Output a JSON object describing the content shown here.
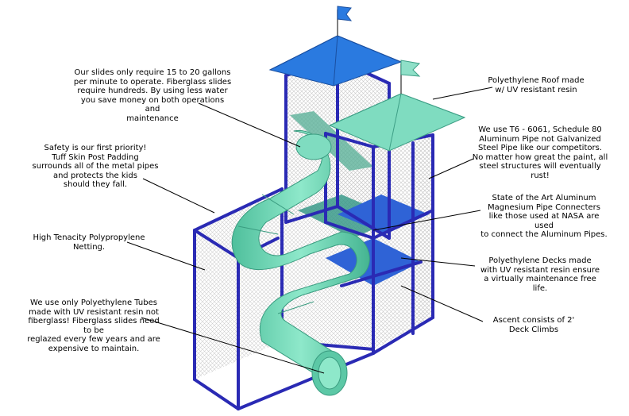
{
  "colors": {
    "frame": "#2a2ab4",
    "roof_blue": "#2a7ae0",
    "roof_green": "#7fdcc0",
    "slide": "#6fd6b4",
    "deck": "#2f63d6",
    "netting": "#dcdcdc"
  },
  "callouts": {
    "slide_water": [
      "Our slides only require 15 to 20 gallons",
      "per minute to operate. Fiberglass slides",
      "require hundreds. By using less water",
      "you save money on both operations and",
      "maintenance"
    ],
    "safety": [
      "Safety is our first priority!",
      "Tuff Skin Post Padding",
      "surrounds all of the metal pipes",
      "and protects the kids",
      "should they fall."
    ],
    "netting": [
      "High Tenacity Polypropylene",
      "Netting."
    ],
    "tubes": [
      "We use only Polyethylene Tubes",
      "made with UV resistant resin not",
      "fiberglass! Fiberglass slides need to be",
      "reglazed every few years and are",
      "expensive to maintain."
    ],
    "roof": [
      "Polyethylene Roof made",
      "w/ UV resistant resin"
    ],
    "pipe": [
      "We use T6 - 6061, Schedule 80",
      "Aluminum Pipe not Galvanized",
      "Steel Pipe like our competitors.",
      "No matter how great the paint, all",
      "steel structures will eventually rust!"
    ],
    "connecters": [
      "State of the Art Aluminum",
      "Magnesium Pipe Connecters",
      "like those used at NASA are used",
      "to connect the Aluminum Pipes."
    ],
    "decks": [
      "Polyethylene Decks made",
      "with UV resistant resin ensure",
      "a virtually maintenance free",
      "life."
    ],
    "ascent": [
      "Ascent consists of 2'",
      "Deck Climbs"
    ]
  }
}
